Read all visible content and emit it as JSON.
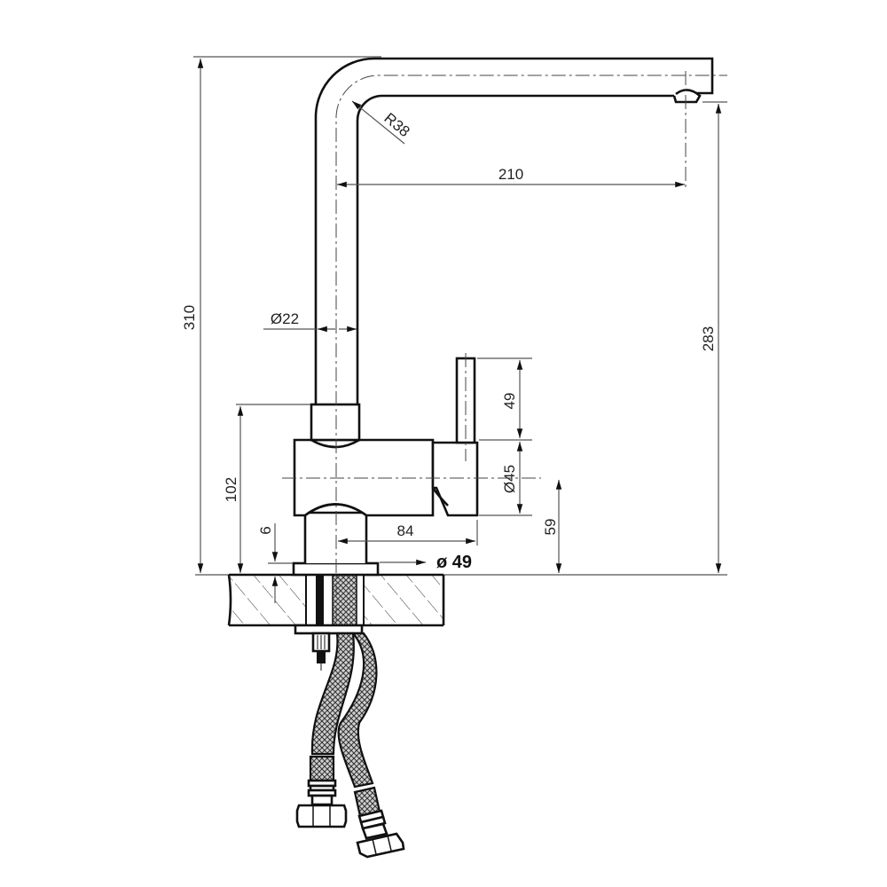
{
  "drawing": {
    "subject": "kitchen faucet side elevation",
    "units": "mm",
    "colors": {
      "line": "#111111",
      "dimension": "#555555",
      "background": "#ffffff"
    }
  },
  "dimensions": {
    "total_height": "310",
    "spout_height": "283",
    "spout_reach": "210",
    "bend_radius": "R38",
    "tube_diameter": "Ø22",
    "body_height": "102",
    "lever_length": "49",
    "body_diameter": "Ø45",
    "lever_axis_height": "59",
    "lever_offset": "84",
    "base_diameter": "ø 49",
    "base_thickness": "6"
  }
}
